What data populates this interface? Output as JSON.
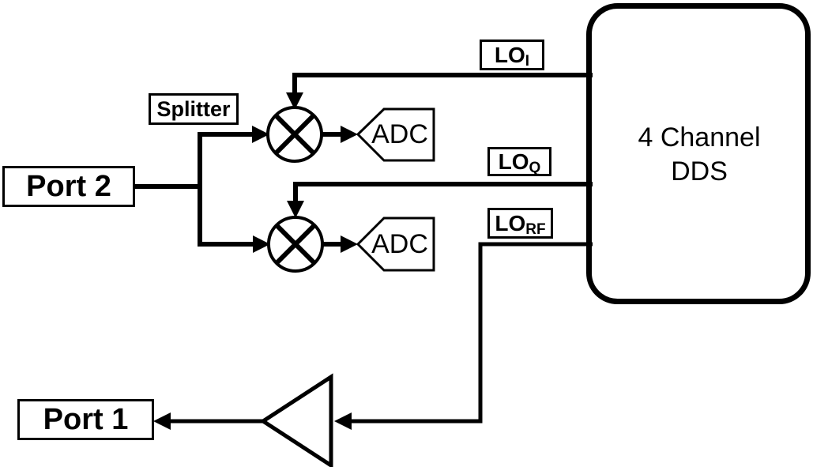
{
  "diagram": {
    "title_hint": "RF block diagram",
    "colors": {
      "ink": "#000000",
      "background": "#ffffff"
    },
    "nodes": {
      "port2": {
        "label": "Port 2"
      },
      "port1": {
        "label": "Port 1"
      },
      "splitter": {
        "label": "Splitter"
      },
      "adc_top": {
        "label": "ADC"
      },
      "adc_bottom": {
        "label": "ADC"
      },
      "dds": {
        "line1": "4 Channel",
        "line2": "DDS"
      },
      "lo_i": {
        "main": "LO",
        "sub": "I"
      },
      "lo_q": {
        "main": "LO",
        "sub": "Q"
      },
      "lo_rf": {
        "main": "LO",
        "sub": "RF"
      }
    }
  }
}
